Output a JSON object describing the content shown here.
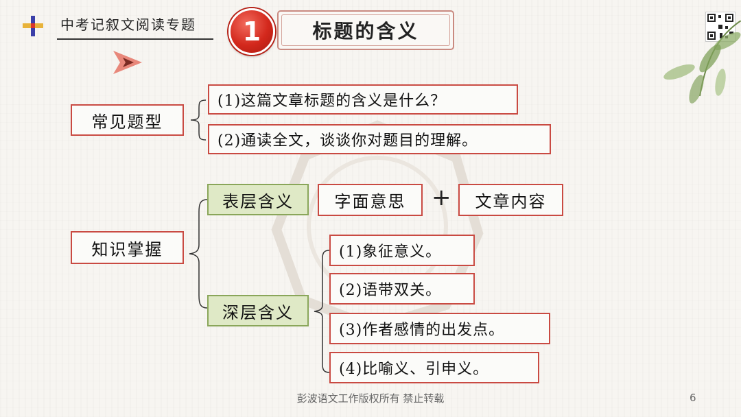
{
  "header": {
    "series_title": "中考记叙文阅读专题",
    "section_number": "1",
    "section_title": "标题的含义"
  },
  "common_questions": {
    "label": "常见题型",
    "items": [
      "(1)这篇文章标题的含义是什么？",
      "(2)通读全文，谈谈你对题目的理解。"
    ]
  },
  "knowledge": {
    "label": "知识掌握",
    "surface": {
      "label": "表层含义",
      "part1": "字面意思",
      "plus": "+",
      "part2": "文章内容"
    },
    "deep": {
      "label": "深层含义",
      "items": [
        "(1)象征意义。",
        "(2)语带双关。",
        "(3)作者感情的出发点。",
        "(4)比喻义、引申义。"
      ]
    }
  },
  "footer": {
    "copyright": "彭波语文工作版权所有 禁止转载",
    "page_number": "6"
  },
  "colors": {
    "accent_red": "#c94a42",
    "green_fill": "#dfe9c6",
    "green_border": "#8aa65a",
    "badge_red": "#d3281c"
  }
}
